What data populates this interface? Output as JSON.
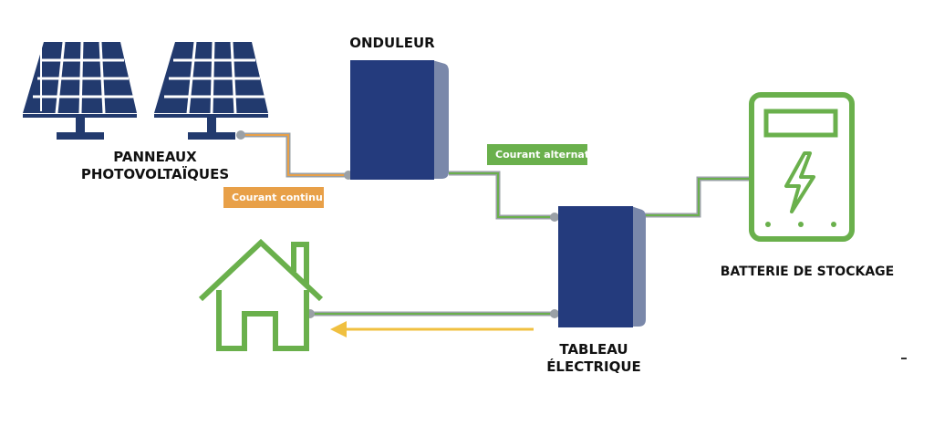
{
  "labels": {
    "panels_line1": "PANNEAUX",
    "panels_line2": "PHOTOVOLTAÏQUES",
    "inverter": "ONDULEUR",
    "panel_board_line1": "TABLEAU",
    "panel_board_line2": "ÉLECTRIQUE",
    "battery": "BATTERIE DE STOCKAGE"
  },
  "tags": {
    "dc": "Courant continu",
    "ac": "Courant alternatif"
  },
  "colors": {
    "panel_blue": "#223a6e",
    "box_blue": "#243b7d",
    "box_side": "#7a88aa",
    "green": "#6ab04c",
    "dc_orange": "#e8a048",
    "arrow_yellow": "#f0c040",
    "cable_gray": "#9aa0a6"
  },
  "icons": {
    "panels": "solar-panel-icon",
    "house": "house-icon",
    "battery": "battery-icon",
    "bolt": "lightning-bolt-icon"
  }
}
